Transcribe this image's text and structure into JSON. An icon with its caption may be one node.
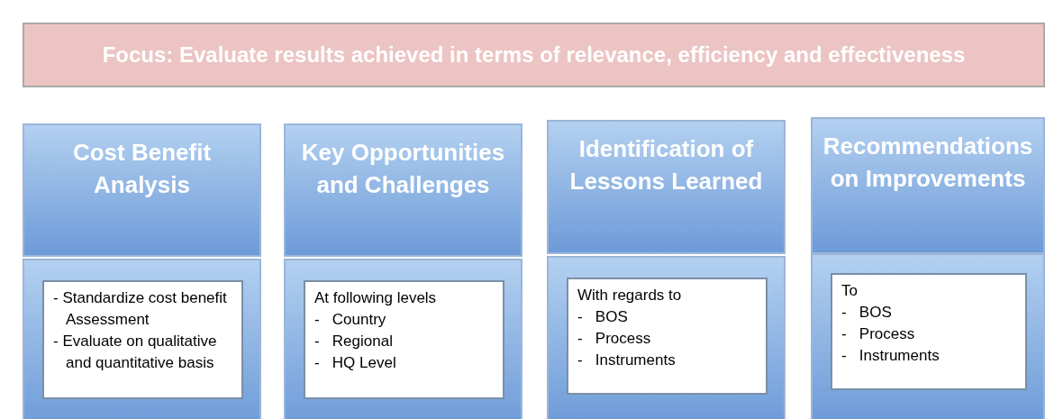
{
  "diagram": {
    "nodes": [
      {
        "text": [
          "Focus: Evaluate results achieved in terms of relevance, efficiency and effectiveness"
        ]
      },
      {
        "text": [
          "Cost Benefit Analysis"
        ]
      },
      {
        "text": [],
        "shape": "box"
      },
      {
        "text": [
          "- Standardize cost benefit Assessment",
          "- Evaluate on qualitative and quantitative basis"
        ],
        "in": 2
      },
      {
        "text": [
          "Key Opportunities and Challenges"
        ]
      },
      {
        "text": [],
        "shape": "box"
      },
      {
        "text": [
          "At following levels",
          "-   Country",
          "-   Regional",
          "-   HQ Level"
        ],
        "in": 5
      },
      {
        "text": [
          "Identification of Lessons Learned"
        ]
      },
      {
        "text": [],
        "shape": "box"
      },
      {
        "text": [
          "With regards to",
          "-   BOS",
          "-   Process",
          "-   Instruments"
        ],
        "in": 8
      },
      {
        "text": [
          "Recommendations on Improvements"
        ]
      },
      {
        "text": [],
        "shape": "box"
      },
      {
        "text": [
          "To",
          "-   BOS",
          "-   Process",
          "-   Instruments"
        ],
        "in": 11
      }
    ],
    "edges": []
  }
}
